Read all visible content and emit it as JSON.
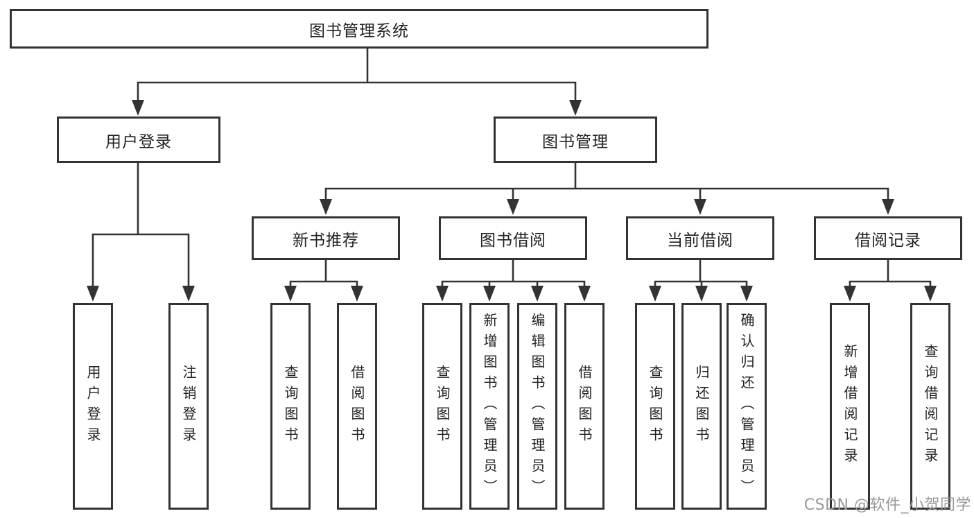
{
  "colors": {
    "line": "#333333",
    "box_border": "#333333",
    "text": "#222222",
    "background": "#ffffff",
    "watermark": "#9a9a9a"
  },
  "watermark": "CSDN @软件_小贺同学",
  "tree": {
    "root": "图书管理系统",
    "branches": [
      {
        "label": "用户登录",
        "children": [
          "用户登录",
          "注销登录"
        ]
      },
      {
        "label": "图书管理",
        "groups": [
          {
            "label": "新书推荐",
            "children": [
              "查询图书",
              "借阅图书"
            ]
          },
          {
            "label": "图书借阅",
            "children": [
              "查询图书",
              "新增图书（管理员）",
              "编辑图书（管理员）",
              "借阅图书"
            ]
          },
          {
            "label": "当前借阅",
            "children": [
              "查询图书",
              "归还图书",
              "确认归还（管理员）"
            ]
          },
          {
            "label": "借阅记录",
            "children": [
              "新增借阅记录",
              "查询借阅记录"
            ]
          }
        ]
      }
    ]
  }
}
